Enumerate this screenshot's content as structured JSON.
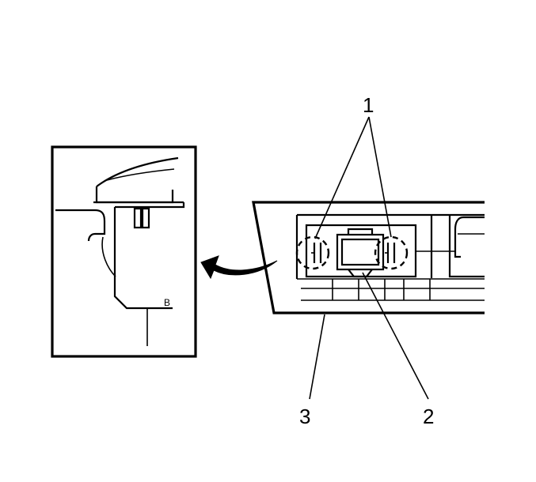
{
  "diagram": {
    "callouts": [
      {
        "id": "1",
        "text": "1"
      },
      {
        "id": "2",
        "text": "2"
      },
      {
        "id": "3",
        "text": "3"
      }
    ],
    "detail_glyph": "B"
  },
  "colors": {
    "ink": "#000000",
    "background": "#ffffff"
  }
}
